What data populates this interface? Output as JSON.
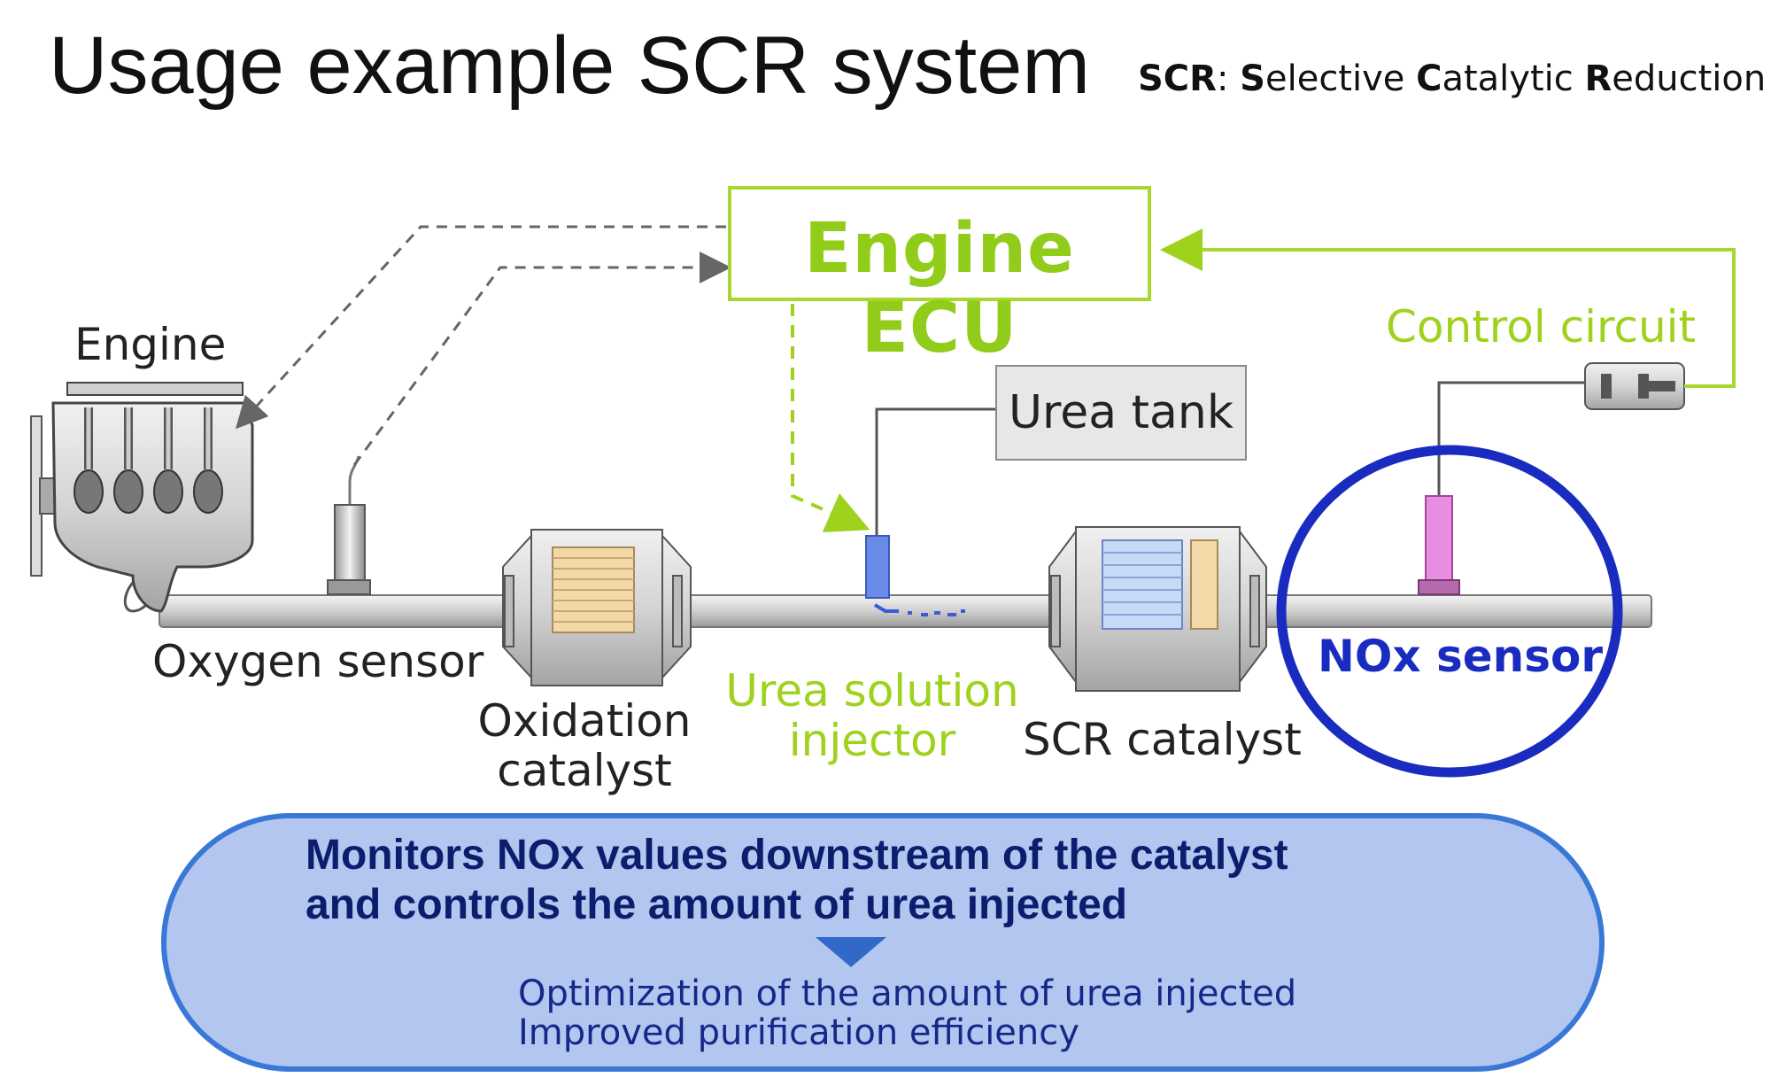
{
  "title": "Usage example SCR system",
  "abbreviation": {
    "term": "SCR",
    "sep": ": ",
    "words": [
      {
        "initial": "S",
        "rest": "elective "
      },
      {
        "initial": "C",
        "rest": "atalytic "
      },
      {
        "initial": "R",
        "rest": "eduction"
      }
    ]
  },
  "components": {
    "engine": "Engine",
    "engine_ecu": "Engine ECU",
    "control_circuit": "Control circuit",
    "urea_tank": "Urea tank",
    "oxygen_sensor": "Oxygen sensor",
    "oxidation_catalyst_line1": "Oxidation",
    "oxidation_catalyst_line2": "catalyst",
    "urea_injector_line1": "Urea solution",
    "urea_injector_line2": "injector",
    "scr_catalyst": "SCR catalyst",
    "nox_sensor": "NOx sensor"
  },
  "summary": {
    "line1": "Monitors NOx values downstream of the catalyst",
    "line2": "and controls the amount of urea injected",
    "result1": "Optimization of the amount of urea injected",
    "result2": "Improved purification efficiency"
  },
  "colors": {
    "ecu_green": "#a8d830",
    "highlight_blue": "#1a2cc0",
    "pill_fill": "#b3c6ef",
    "pill_border": "#3a78d8",
    "sensor_magenta": "#e060d8",
    "injector_blue": "#5c7ee0"
  }
}
